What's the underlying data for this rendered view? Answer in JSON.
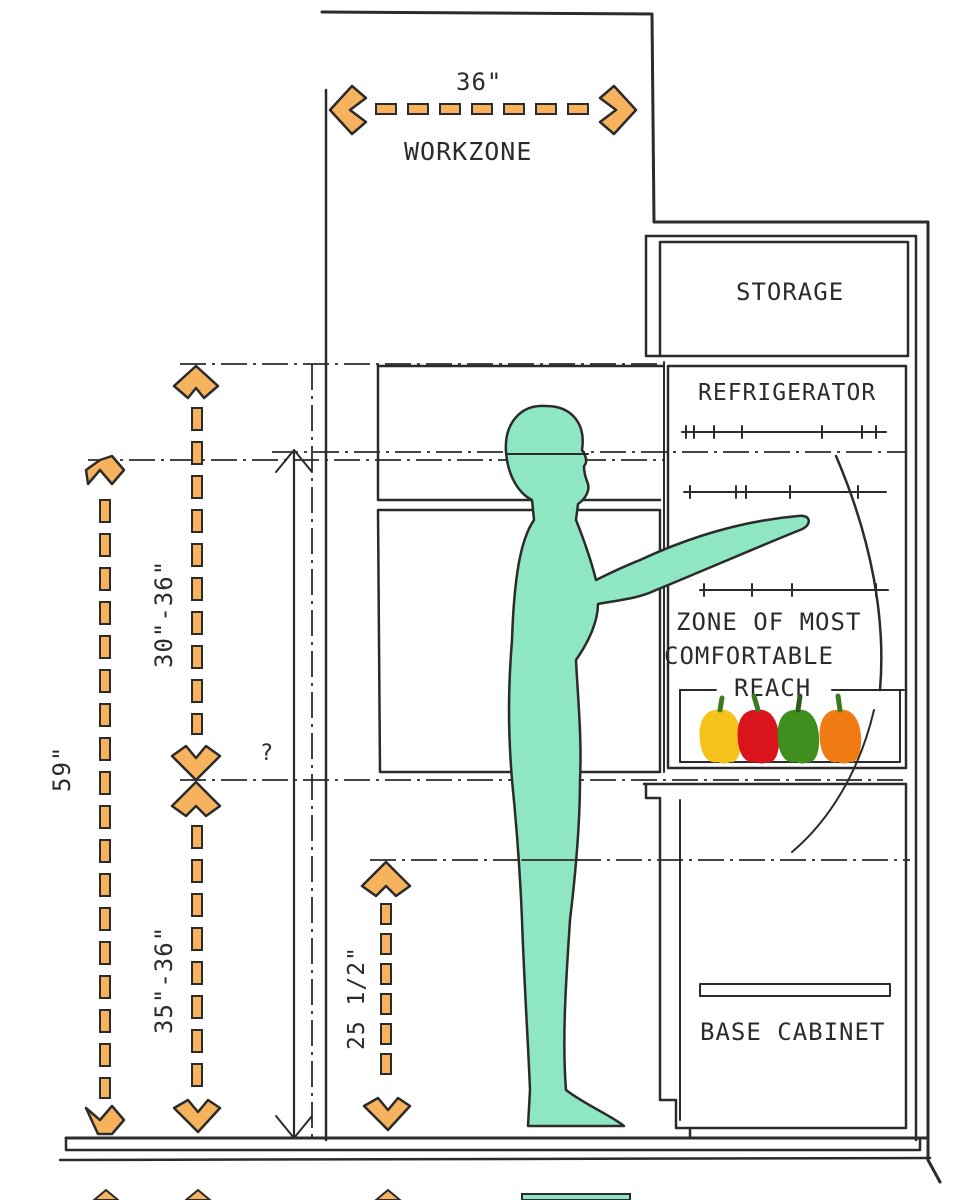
{
  "colors": {
    "ink": "#2b2b2b",
    "arrow_fill": "#f6b25c",
    "figure_fill": "#8ee6c3",
    "yellow_pepper": "#f4c21b",
    "red_pepper": "#d9141b",
    "green_pepper": "#3f8f1f",
    "orange_pepper": "#f07b13",
    "stem": "#3c7a20"
  },
  "labels": {
    "workzone_width": "36\"",
    "workzone": "WORKZONE",
    "storage": "STORAGE",
    "refrigerator": "REFRIGERATOR",
    "zone_line1": "ZONE OF MOST",
    "zone_line2": "COMFORTABLE",
    "zone_line3": "REACH",
    "base_cabinet": "BASE CABINET",
    "dim_59": "59\"",
    "dim_30_36": "30\"-36\"",
    "dim_35_36": "35\"-36\"",
    "dim_25_half": "25 1/2\"",
    "unknown_height": "?"
  },
  "icons": {
    "figure": "standing-person-icon",
    "peppers": "bell-pepper-icon"
  }
}
